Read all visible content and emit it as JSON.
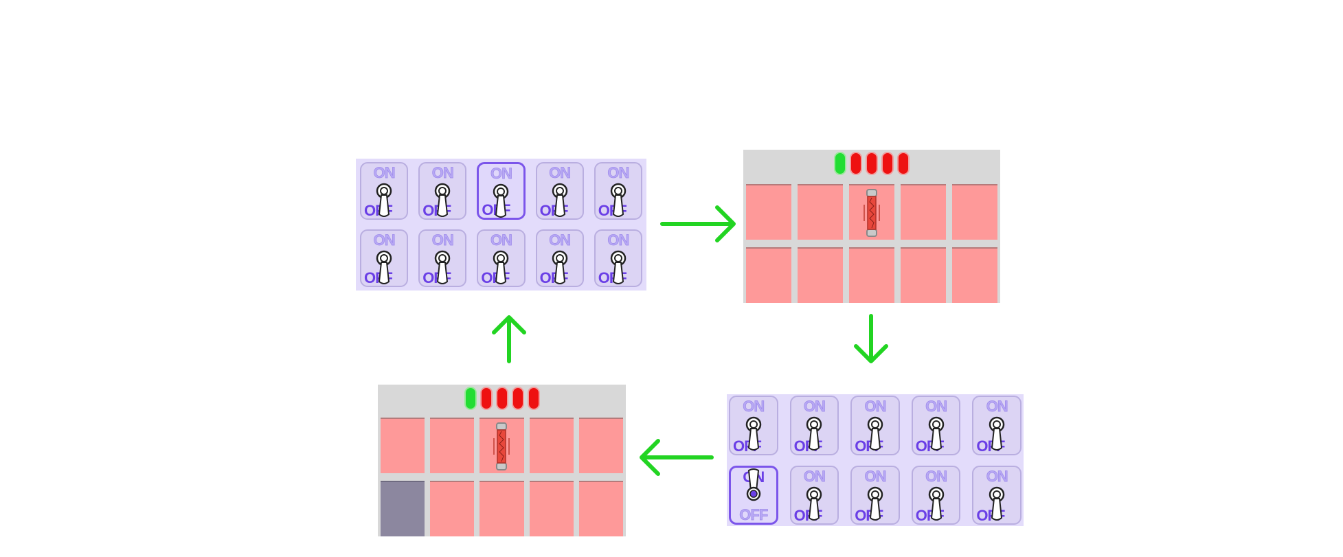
{
  "switch_panels": [
    {
      "id": "top-left",
      "on_label": "ON",
      "off_label": "OFF",
      "switches": [
        {
          "state": "off",
          "selected": false
        },
        {
          "state": "off",
          "selected": false
        },
        {
          "state": "off",
          "selected": true
        },
        {
          "state": "off",
          "selected": false
        },
        {
          "state": "off",
          "selected": false
        },
        {
          "state": "off",
          "selected": false
        },
        {
          "state": "off",
          "selected": false
        },
        {
          "state": "off",
          "selected": false
        },
        {
          "state": "off",
          "selected": false
        },
        {
          "state": "off",
          "selected": false
        }
      ]
    },
    {
      "id": "bottom-right",
      "on_label": "ON",
      "off_label": "OFF",
      "switches": [
        {
          "state": "off",
          "selected": false
        },
        {
          "state": "off",
          "selected": false
        },
        {
          "state": "off",
          "selected": false
        },
        {
          "state": "off",
          "selected": false
        },
        {
          "state": "off",
          "selected": false
        },
        {
          "state": "on",
          "selected": true
        },
        {
          "state": "off",
          "selected": false
        },
        {
          "state": "off",
          "selected": false
        },
        {
          "state": "off",
          "selected": false
        },
        {
          "state": "off",
          "selected": false
        }
      ]
    }
  ],
  "grid_panels": [
    {
      "id": "top-right",
      "leds": [
        "green",
        "red",
        "red",
        "red",
        "red"
      ],
      "cells": [
        "red",
        "red",
        "red-fuse",
        "red",
        "red",
        "red",
        "red",
        "red",
        "red",
        "red"
      ]
    },
    {
      "id": "bottom-left",
      "leds": [
        "green",
        "red",
        "red",
        "red",
        "red"
      ],
      "cells": [
        "red",
        "red",
        "red-fuse",
        "red",
        "red",
        "dim",
        "red",
        "red",
        "red",
        "red"
      ]
    }
  ],
  "arrows": [
    "right",
    "down",
    "left",
    "up"
  ],
  "colors": {
    "switch_panel_bg": "#e3dcfb",
    "switch_accent": "#6a3fe6",
    "cell_red": "#fe9999",
    "cell_dim": "#8c879f",
    "led_green": "#22dd33",
    "led_red": "#ee1111",
    "arrow": "#22d422"
  }
}
